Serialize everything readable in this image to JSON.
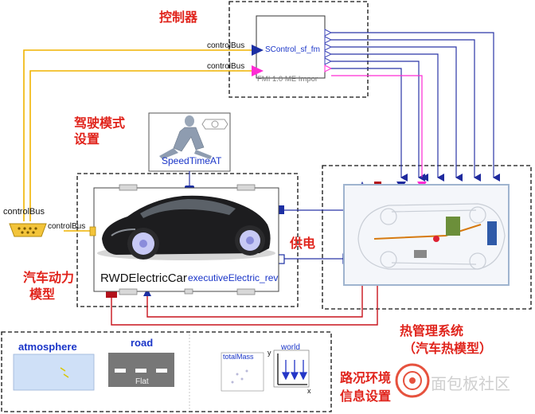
{
  "labels": {
    "controller": "控制器",
    "drive_mode_1": "驾驶模式",
    "drive_mode_2": "设置",
    "vehicle_power_1": "汽车动力",
    "vehicle_power_2": "模型",
    "power_supply": "供电",
    "thermal_1": "热管理系统",
    "thermal_2": "（汽车热模型）",
    "road_env_1": "路况环境",
    "road_env_2": "信息设置"
  },
  "controller_block": {
    "bus_label_1": "controlBus",
    "bus_label_2": "controlBus",
    "title": "SControl_sf_fm",
    "subtitle": "FMI 1.0 ME Impor"
  },
  "driver_block": {
    "title": "SpeedTimeAT"
  },
  "car_block": {
    "name": "RWDElectricCar",
    "variant": "executiveElectric_rev"
  },
  "bus_connector": {
    "label_outer": "controlBus",
    "label_inner": "controlBus"
  },
  "env_blocks": {
    "atmosphere": "atmosphere",
    "road": "road",
    "road_type": "Flat",
    "total_mass": "totalMass",
    "world": "world",
    "axis_y": "y",
    "axis_x": "x"
  },
  "watermark": {
    "text": "面包板社区"
  },
  "colors": {
    "red_text": "#e0231b",
    "blue_text": "#1a35c8",
    "wire_blue": "#2b36a6",
    "wire_magenta": "#ff2bd4",
    "wire_yellow": "#f0b400",
    "wire_red": "#c9141d"
  }
}
